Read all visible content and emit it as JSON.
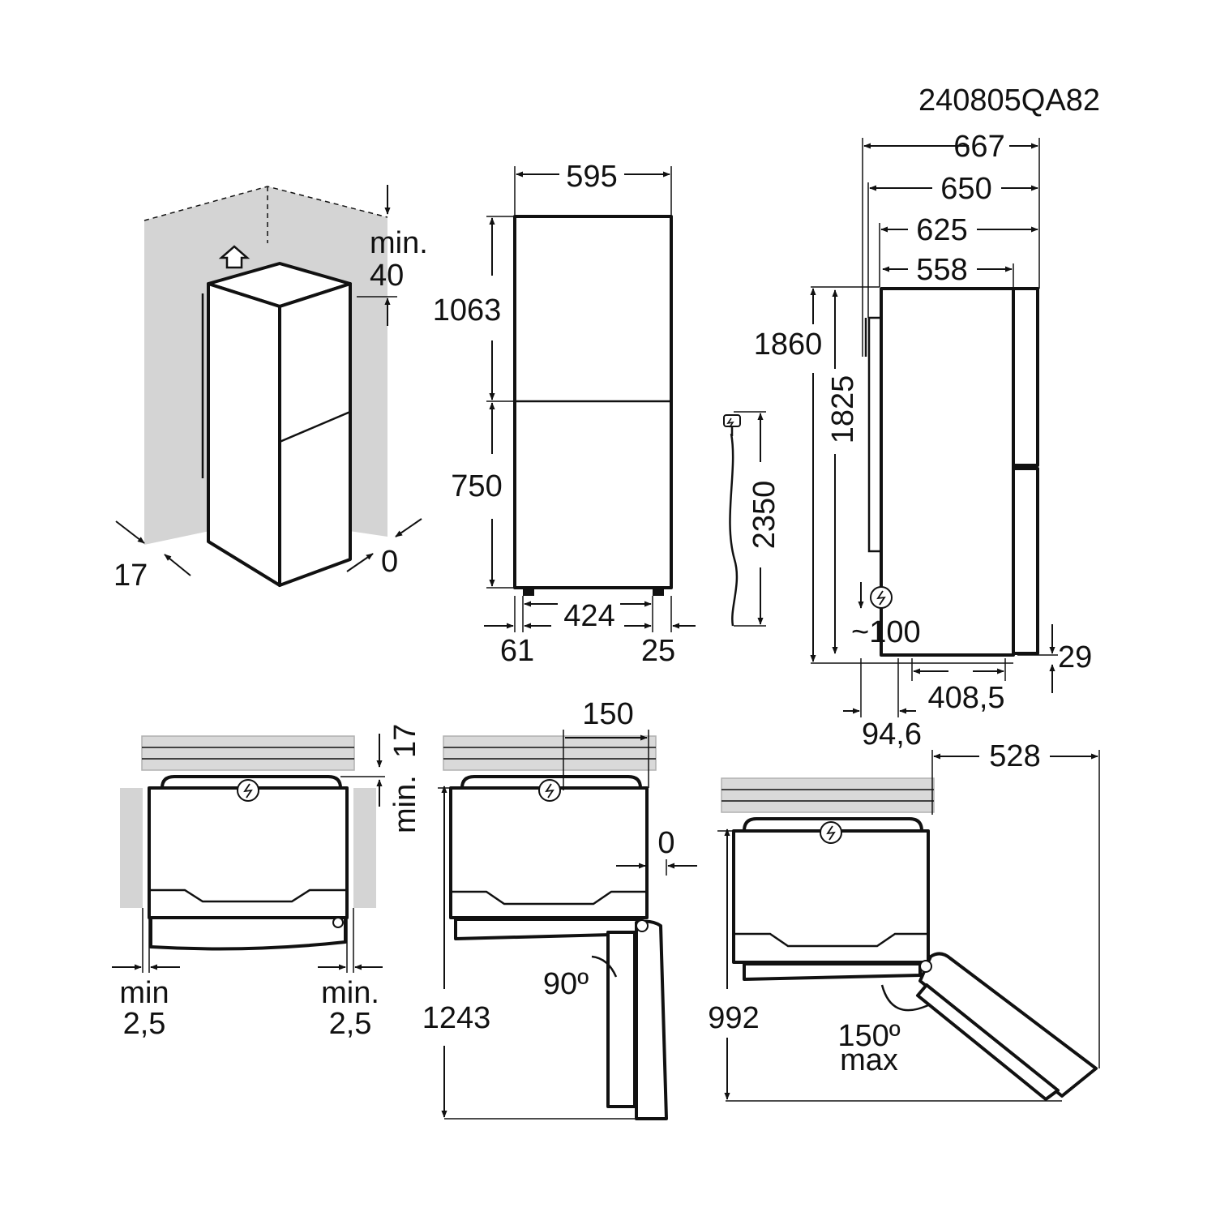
{
  "drawing_code": "240805QA82",
  "colors": {
    "line": "#111111",
    "wall": "#d4d4d4",
    "brick": "#d9d9d9"
  },
  "icons": [
    "power-plug-icon",
    "up-arrow-icon"
  ],
  "iso_view": {
    "top_gap_l1": "min.",
    "top_gap_l2": "40",
    "side_gap": "17",
    "back_gap": "0"
  },
  "front_view": {
    "width": "595",
    "upper_height": "1063",
    "lower_height": "750",
    "feet_span": "424",
    "left_offset": "61",
    "right_offset": "25"
  },
  "cable": {
    "length": "2350"
  },
  "side_view": {
    "depth_total": "667",
    "depth_handle": "650",
    "depth_door": "625",
    "depth_body": "558",
    "height_total": "1860",
    "height_body": "1825",
    "plug_height": "~100",
    "foot_height": "29",
    "feet_span": "408,5",
    "feet_offset": "94,6"
  },
  "top_view_wall": {
    "rear_gap_l1": "min.",
    "rear_gap_l2": "17",
    "side_left_l1": "min",
    "side_left_l2": "2,5",
    "side_right_l1": "min.",
    "side_right_l2": "2,5"
  },
  "top_view_90": {
    "hinge_offset": "150",
    "side_gap": "0",
    "angle": "90º",
    "depth_open": "1243"
  },
  "top_view_150": {
    "width_open": "528",
    "depth_open": "992",
    "angle_l1": "150º",
    "angle_l2": "max"
  }
}
